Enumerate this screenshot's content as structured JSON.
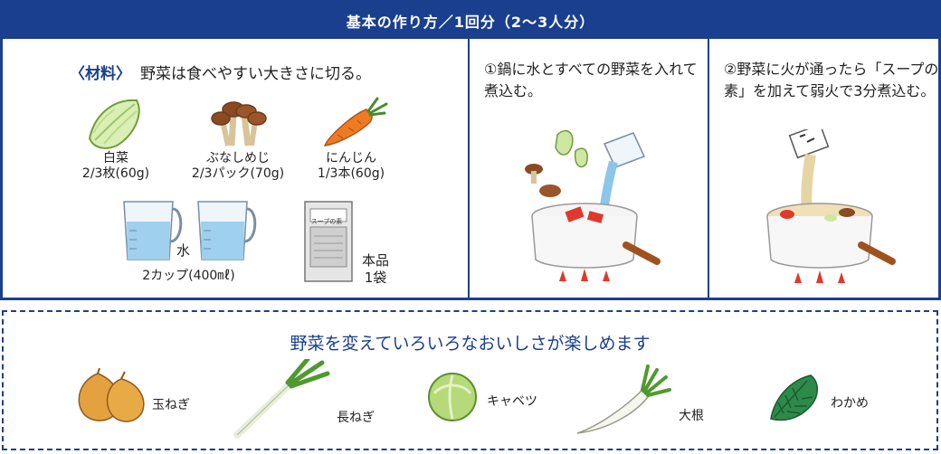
{
  "header": {
    "title": "基本の作り方／1回分（2〜3人分）"
  },
  "materials": {
    "title_label": "〈材料〉",
    "title_text": "野菜は食べやすい大きさに切る。",
    "items": [
      {
        "name": "白菜",
        "amount": "2/3枚(60g)",
        "icon": "napa-cabbage-icon"
      },
      {
        "name": "ぶなしめじ",
        "amount": "2/3パック(70g)",
        "icon": "shimeji-mushroom-icon"
      },
      {
        "name": "にんじん",
        "amount": "1/3本(60g)",
        "icon": "carrot-icon"
      },
      {
        "name": "水",
        "amount": "2カップ(400㎖)",
        "icon": "measuring-cup-icon"
      },
      {
        "name": "本品",
        "amount": "1袋",
        "icon": "soup-packet-icon"
      }
    ],
    "packet_line1": "スープの素"
  },
  "steps": [
    {
      "text": "①鍋に水とすべての野菜を入れて煮込む。",
      "icon": "pot-with-vegetables-icon"
    },
    {
      "text": "②野菜に火が通ったら「スープの素」を加えて弱火で3分煮込む。",
      "icon": "pot-with-soup-packet-icon"
    }
  ],
  "variations": {
    "title": "野菜を変えていろいろなおいしさが楽しめます",
    "items": [
      {
        "name": "玉ねぎ",
        "icon": "onion-icon"
      },
      {
        "name": "長ねぎ",
        "icon": "green-onion-icon"
      },
      {
        "name": "キャベツ",
        "icon": "cabbage-icon"
      },
      {
        "name": "大根",
        "icon": "daikon-icon"
      },
      {
        "name": "わかめ",
        "icon": "wakame-icon"
      }
    ]
  },
  "colors": {
    "brand_blue": "#1a3f8f",
    "flame": "#e0392b"
  }
}
